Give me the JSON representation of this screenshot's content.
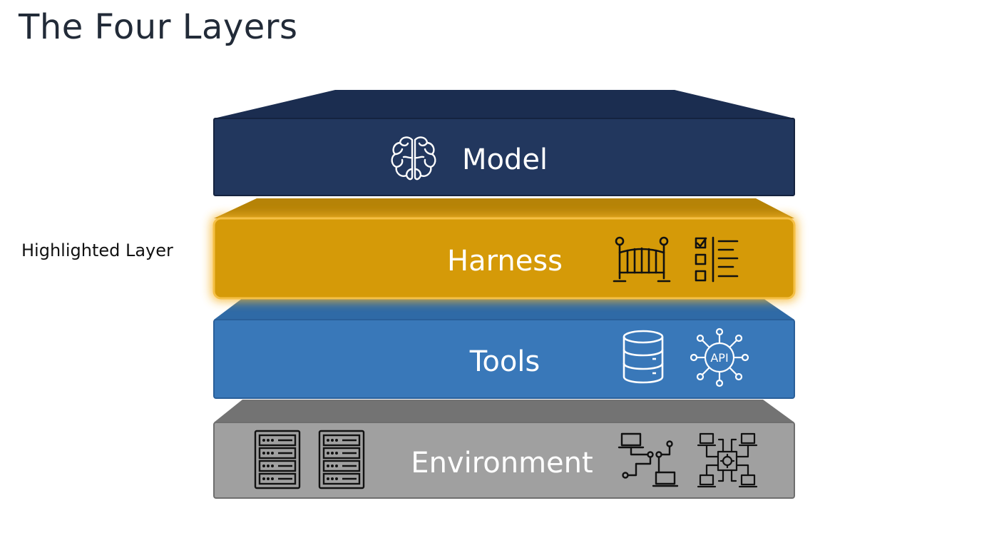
{
  "page": {
    "title": "The Four Layers"
  },
  "annotation": {
    "highlight_label": "Highlighted Layer"
  },
  "colors": {
    "model": "#22375e",
    "harness": "#d59a08",
    "harness_glow": "#f6b52a",
    "tools": "#3978b9",
    "environment": "#a0a0a0"
  },
  "layers": [
    {
      "label": "Model",
      "icons": [
        "brain-icon"
      ]
    },
    {
      "label": "Harness",
      "highlighted": true,
      "icons": [
        "gate-icon",
        "checklist-icon"
      ]
    },
    {
      "label": "Tools",
      "icons": [
        "database-icon",
        "api-icon"
      ]
    },
    {
      "label": "Environment",
      "icons": [
        "server-rack-icon",
        "server-rack-icon",
        "network-icon",
        "network-hub-icon"
      ]
    }
  ],
  "api_icon_text": "API"
}
